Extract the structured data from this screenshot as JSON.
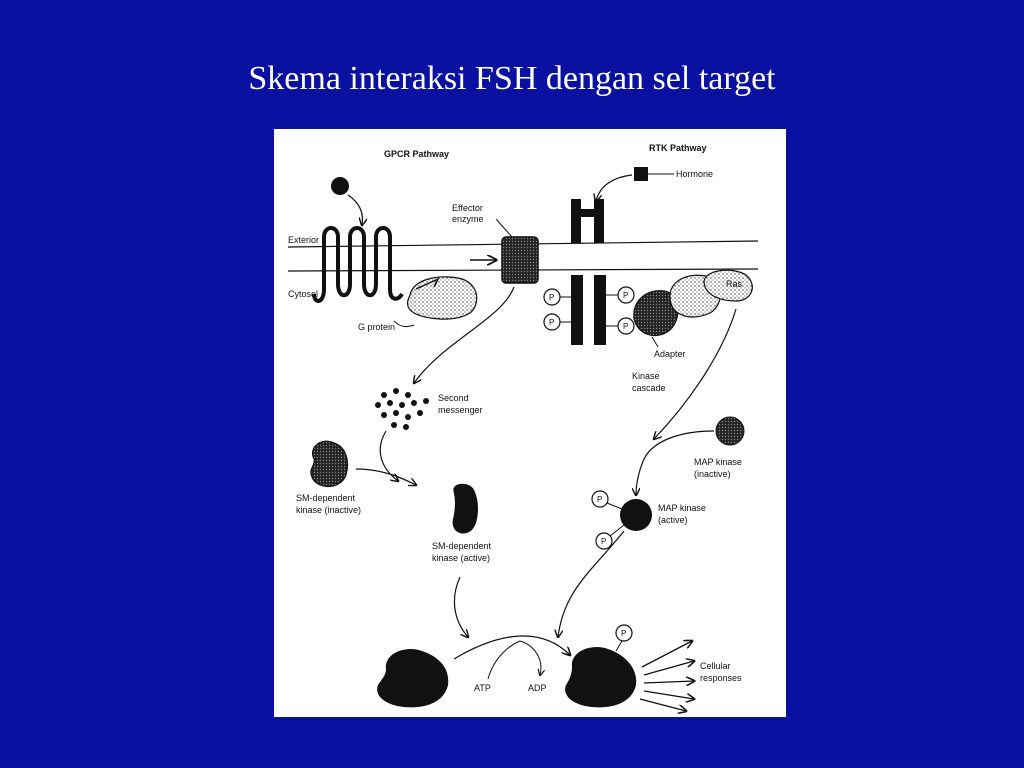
{
  "slide": {
    "title": "Skema interaksi FSH dengan sel target"
  },
  "diagram": {
    "gpcr_header": "GPCR Pathway",
    "rtk_header": "RTK Pathway",
    "hormone": "Hormone",
    "exterior": "Exterior",
    "cytosol": "Cytosol",
    "effector": [
      "Effector",
      "enzyme"
    ],
    "g_protein": "G protein",
    "ras": "Ras",
    "adapter": "Adapter",
    "kinase_cascade": [
      "Kinase",
      "cascade"
    ],
    "second_messenger": [
      "Second",
      "messenger"
    ],
    "sm_inactive": [
      "SM-dependent",
      "kinase (inactive)"
    ],
    "sm_active": [
      "SM-dependent",
      "kinase (active)"
    ],
    "map_inactive": [
      "MAP kinase",
      "(inactive)"
    ],
    "map_active": [
      "MAP kinase",
      "(active)"
    ],
    "atp": "ATP",
    "adp": "ADP",
    "cellular_responses": [
      "Cellular",
      "responses"
    ],
    "p_label": "P"
  }
}
